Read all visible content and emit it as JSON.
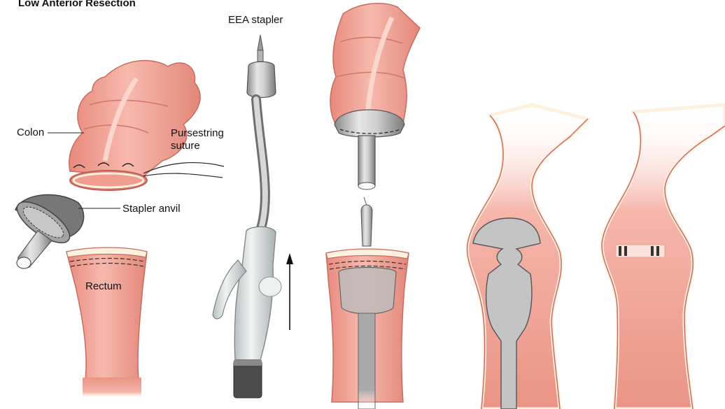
{
  "title": "Low Anterior Resection",
  "labels": {
    "eea_stapler": "EEA stapler",
    "colon": "Colon",
    "pursestring_line1": "Pursestring",
    "pursestring_line2": "suture",
    "stapler_anvil": "Stapler anvil",
    "rectum": "Rectum"
  },
  "colors": {
    "tissue": "#f3aa9e",
    "tissue_dark": "#d9786c",
    "tissue_light": "#fbd3c9",
    "mucosa_edge": "#fff1e0",
    "metal": "#c9c9c9",
    "metal_dark": "#7d7d7d",
    "grip": "#e3e6e6"
  }
}
